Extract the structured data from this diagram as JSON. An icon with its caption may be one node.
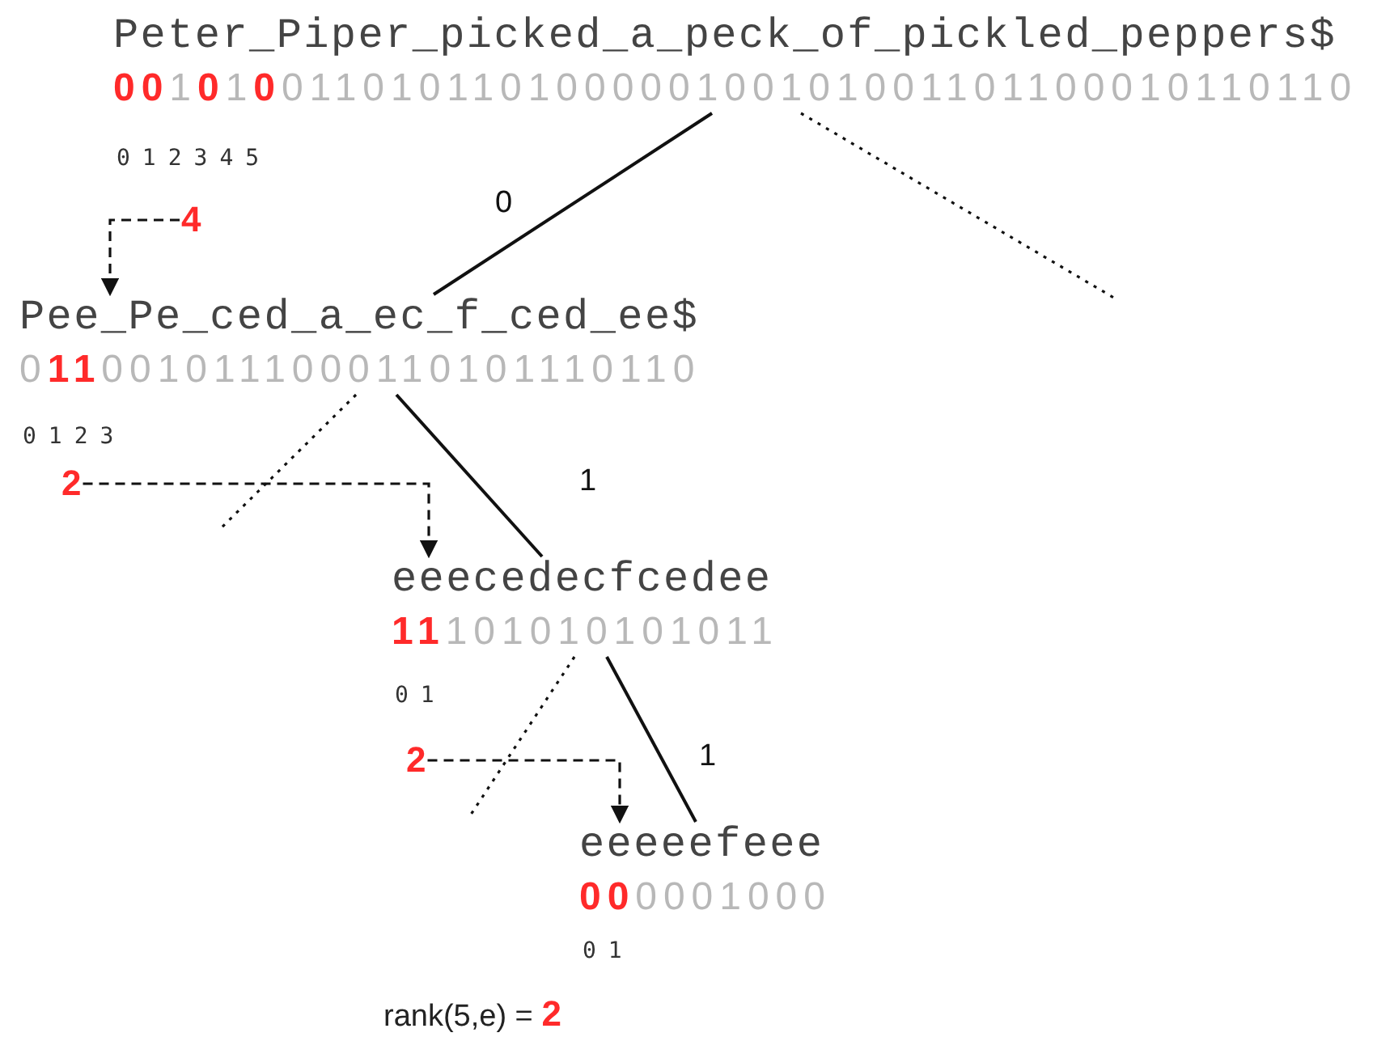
{
  "diagram": {
    "nodes": [
      {
        "text": [
          "Peter_Piper_picked_a_peck_of_pickled_peppers$",
          "**00**1**0**1**0**011010110100000100101001101100010110110"
        ]
      },
      {
        "text": [
          "4"
        ]
      },
      {
        "text": [
          "Pee_Pe_ced_a_ec_f_ced_ee$",
          "0**11**0010111000110101110110"
        ]
      },
      {
        "text": [
          "2"
        ]
      },
      {
        "text": [
          "eeecedecfcedee",
          "**11**101010101011"
        ]
      },
      {
        "text": [
          "2"
        ]
      },
      {
        "text": [
          "eeeeefeee",
          "**00**0001000"
        ]
      }
    ],
    "edges": [
      {
        "from": 0,
        "to": 2,
        "arrow": "none",
        "label": "0"
      },
      {
        "from": 0,
        "to": null,
        "arrow": "none",
        "style": "dashed"
      },
      {
        "from": 1,
        "to": 2,
        "arrow": "to",
        "style": "dashed"
      },
      {
        "from": 2,
        "to": 4,
        "arrow": "none",
        "label": "1"
      },
      {
        "from": 2,
        "to": null,
        "arrow": "none",
        "style": "dashed"
      },
      {
        "from": 3,
        "to": 4,
        "arrow": "to",
        "style": "dashed"
      },
      {
        "from": 4,
        "to": 6,
        "arrow": "none",
        "label": "1"
      },
      {
        "from": 4,
        "to": null,
        "arrow": "none",
        "style": "dashed"
      },
      {
        "from": 5,
        "to": 6,
        "arrow": "to",
        "style": "dashed"
      }
    ],
    "labels": [
      "012345",
      "0123",
      "01",
      "01",
      "rank(5,e) = **2**"
    ]
  }
}
